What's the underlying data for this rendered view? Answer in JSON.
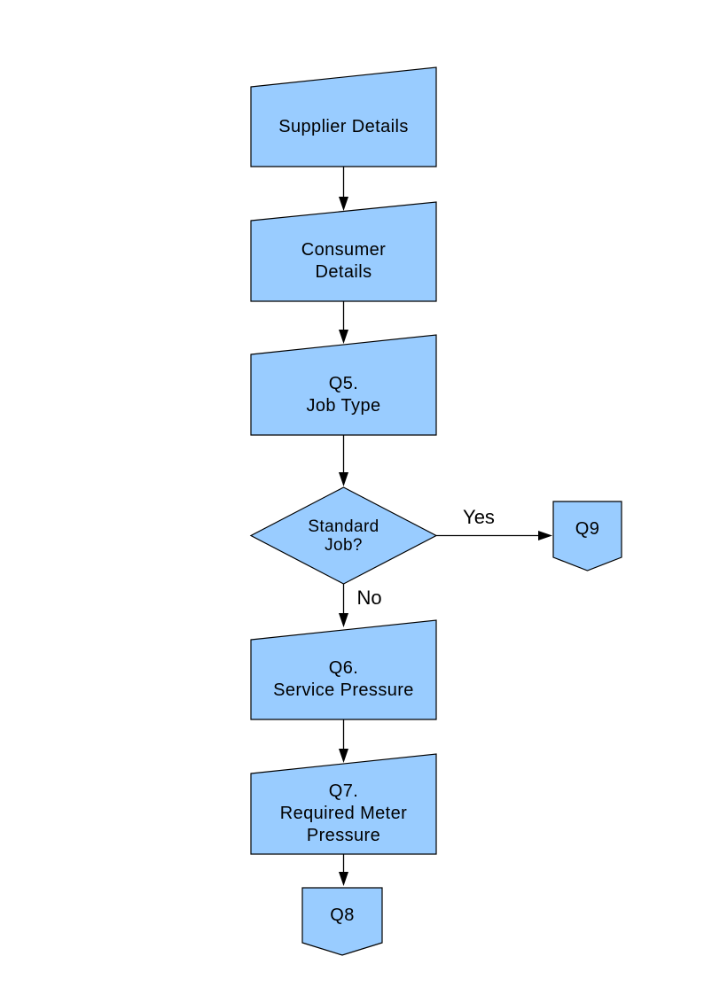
{
  "diagram": {
    "colors": {
      "node_fill": "#99ccff",
      "node_stroke": "#000000",
      "connector": "#000000",
      "text": "#000000",
      "background": "#ffffff"
    },
    "nodes": {
      "supplier": {
        "type": "manual-input",
        "lines": [
          "Supplier Details"
        ]
      },
      "consumer": {
        "type": "manual-input",
        "lines": [
          "Consumer",
          "Details"
        ]
      },
      "q5": {
        "type": "manual-input",
        "lines": [
          "Q5.",
          "Job Type"
        ]
      },
      "standard_job": {
        "type": "decision",
        "lines": [
          "Standard",
          "Job?"
        ]
      },
      "q9": {
        "type": "off-page-connector",
        "lines": [
          "Q9"
        ]
      },
      "q6": {
        "type": "manual-input",
        "lines": [
          "Q6.",
          "Service Pressure"
        ]
      },
      "q7": {
        "type": "manual-input",
        "lines": [
          "Q7.",
          "Required Meter",
          "Pressure"
        ]
      },
      "q8": {
        "type": "off-page-connector",
        "lines": [
          "Q8"
        ]
      }
    },
    "edge_labels": {
      "yes": "Yes",
      "no": "No"
    }
  }
}
